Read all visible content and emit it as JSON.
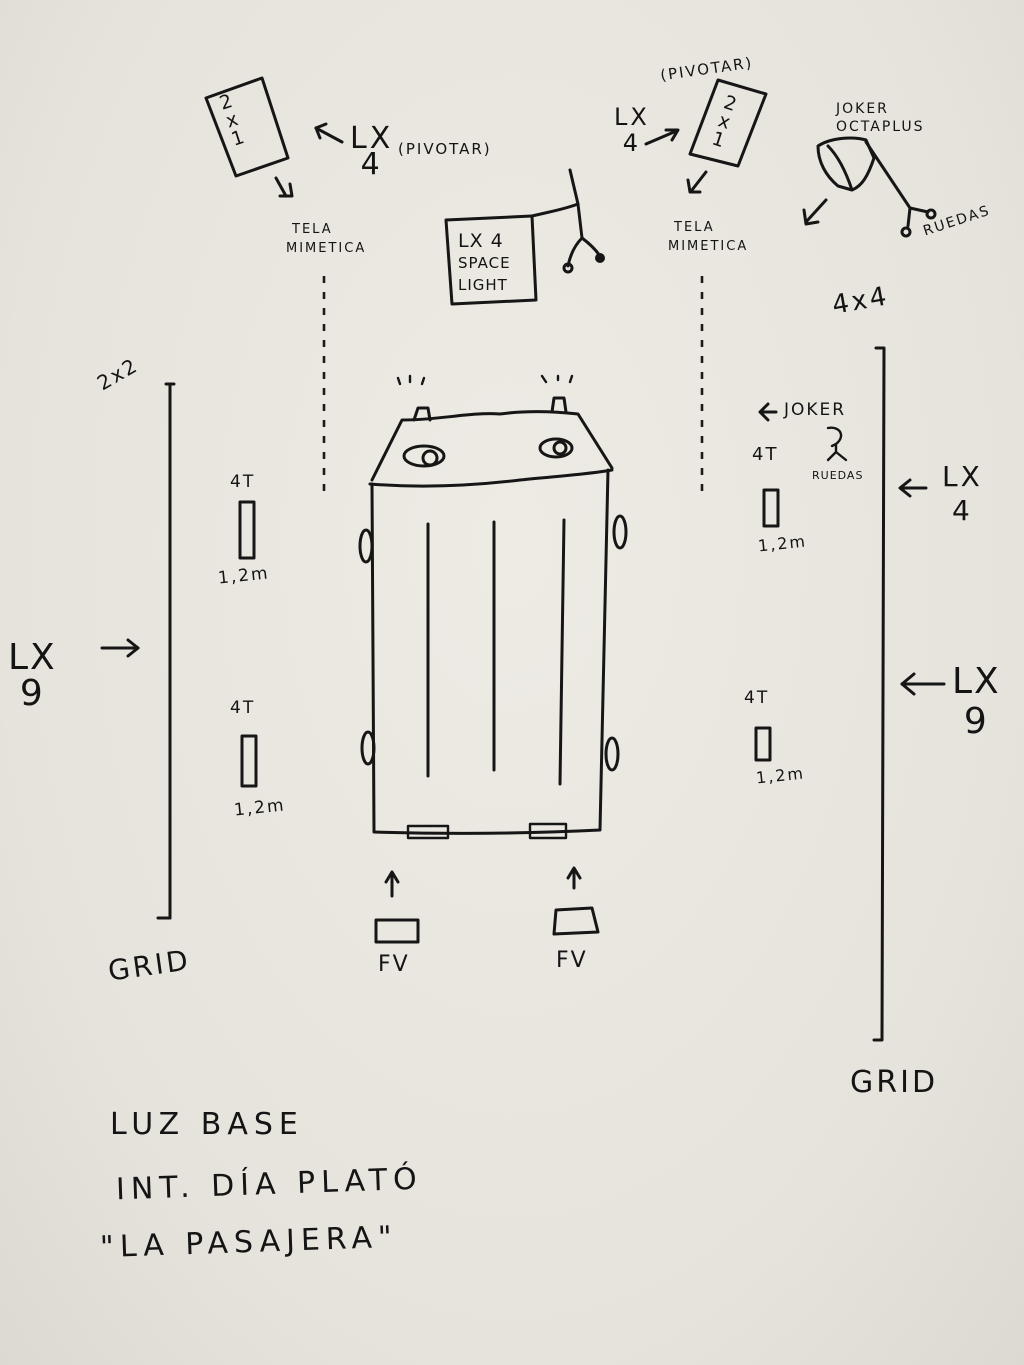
{
  "diagram": {
    "type": "lighting-plot",
    "title_lines": [
      "LUZ BASE",
      "INT. DÍA PLATÓ",
      "\"LA PASAJERA\""
    ],
    "ink_color": "#161616",
    "paper_color": "#e9e6e0"
  },
  "top_left": {
    "frame": {
      "line1": "2",
      "line2": "x",
      "line3": "1"
    },
    "lamp": {
      "line1": "LX",
      "line2": "4"
    },
    "note": "(PIVOTAR)",
    "fabric": {
      "line1": "TELA",
      "line2": "MIMETICA"
    }
  },
  "space_light": {
    "line1": "LX 4",
    "line2": "SPACE",
    "line3": "LIGHT"
  },
  "top_right": {
    "note": "(PIVOTAR)",
    "lamp": {
      "line1": "LX",
      "line2": "4"
    },
    "frame": {
      "line1": "2",
      "line2": "x",
      "line3": "1"
    },
    "fabric": {
      "line1": "TELA",
      "line2": "MIMETICA"
    },
    "joker": {
      "line1": "JOKER",
      "line2": "OCTAPLUS"
    },
    "wheels": "RUEDAS",
    "size": "4x4"
  },
  "left_side": {
    "grid_size": "2x2",
    "grid_label": "GRID",
    "lamp": {
      "line1": "LX",
      "line2": "9"
    },
    "tubes": [
      {
        "type": "4T",
        "length": "1,2m"
      },
      {
        "type": "4T",
        "length": "1,2m"
      }
    ]
  },
  "right_side": {
    "grid_label": "GRID",
    "joker": "JOKER",
    "wheels": "RUEDAS",
    "lamps": [
      {
        "line1": "LX",
        "line2": "4"
      },
      {
        "line1": "LX",
        "line2": "9"
      }
    ],
    "tubes": [
      {
        "type": "4T",
        "length": "1,2m"
      },
      {
        "type": "4T",
        "length": "1,2m"
      }
    ]
  },
  "front": {
    "fixtures": [
      {
        "label": "FV"
      },
      {
        "label": "FV"
      }
    ]
  },
  "icons": [
    "car-top-view-icon",
    "frame-icon",
    "octaplus-softbox-icon",
    "space-light-icon",
    "arrow-icon",
    "grid-bar-icon",
    "tube-light-icon",
    "wheels-icon"
  ]
}
